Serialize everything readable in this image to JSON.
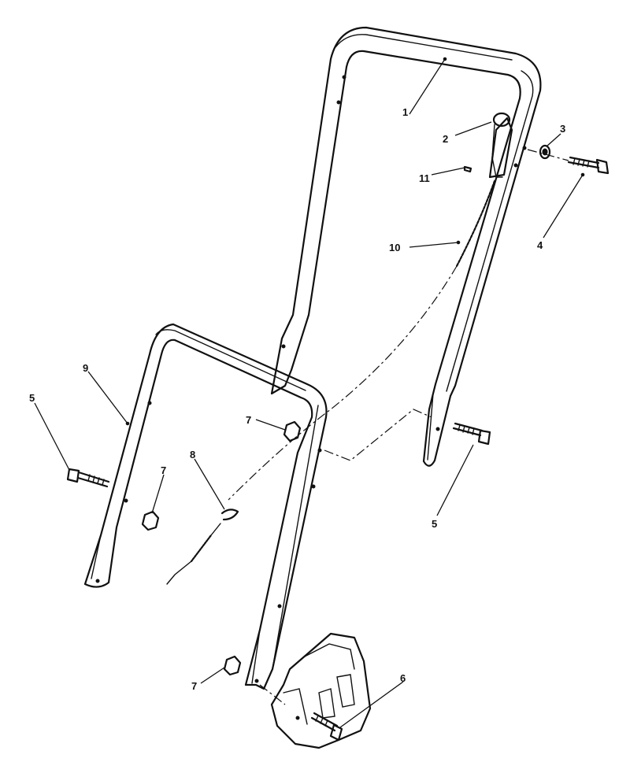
{
  "callouts": [
    {
      "id": "c1",
      "label": "1"
    },
    {
      "id": "c2",
      "label": "2"
    },
    {
      "id": "c3",
      "label": "3"
    },
    {
      "id": "c4",
      "label": "4"
    },
    {
      "id": "c5a",
      "label": "5"
    },
    {
      "id": "c5b",
      "label": "5"
    },
    {
      "id": "c6",
      "label": "6"
    },
    {
      "id": "c7a",
      "label": "7"
    },
    {
      "id": "c7b",
      "label": "7"
    },
    {
      "id": "c7c",
      "label": "7"
    },
    {
      "id": "c8",
      "label": "8"
    },
    {
      "id": "c9",
      "label": "9"
    },
    {
      "id": "c10",
      "label": "10"
    },
    {
      "id": "c11",
      "label": "11"
    }
  ]
}
